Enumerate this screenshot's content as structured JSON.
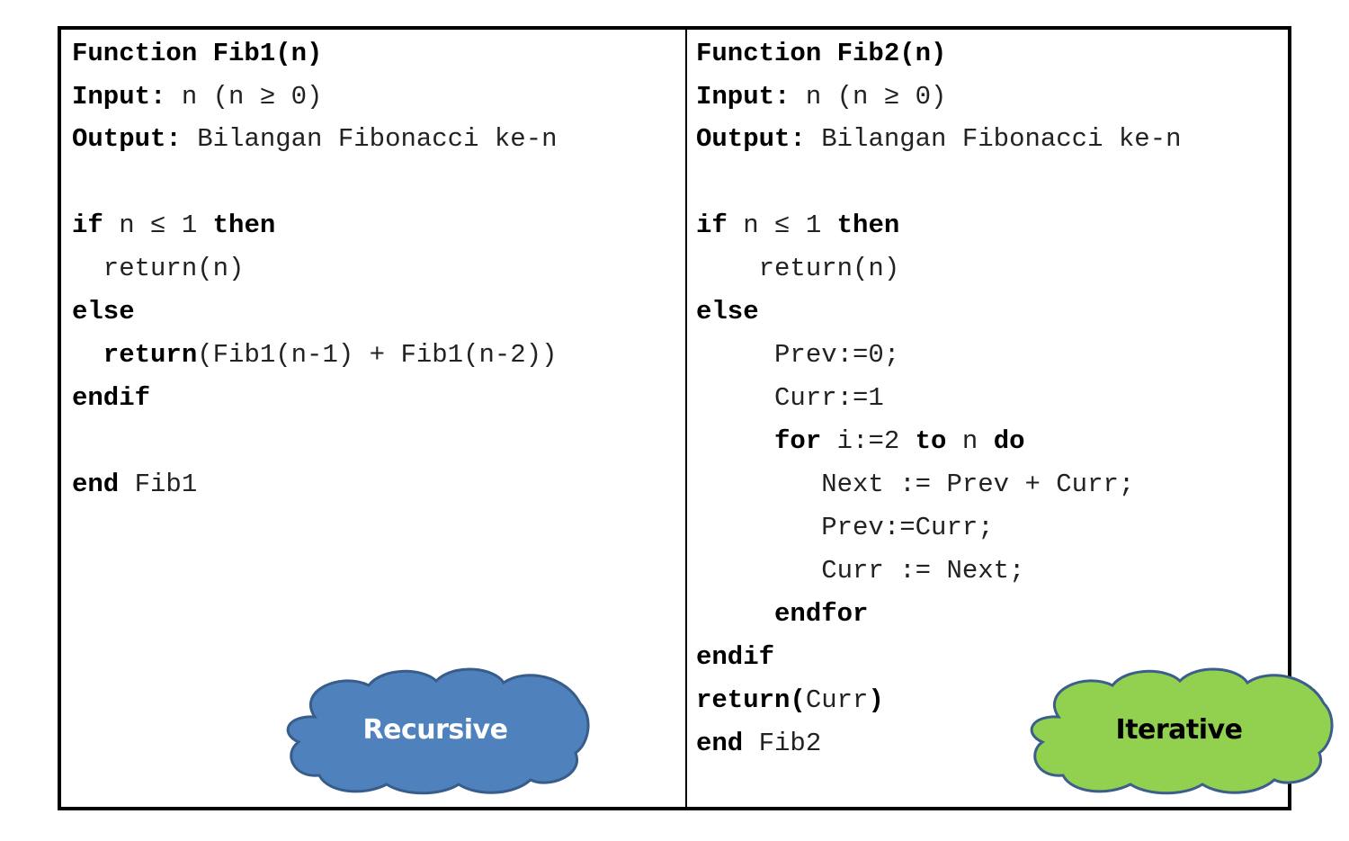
{
  "left": {
    "lines": [
      {
        "k1": "Function Fib1(n)",
        "t1": "",
        "k2": "",
        "t2": ""
      },
      {
        "k1": "Input:",
        "t1": " n (n ≥ 0)",
        "k2": "",
        "t2": ""
      },
      {
        "k1": "Output:",
        "t1": " Bilangan Fibonacci ke-n",
        "k2": "",
        "t2": ""
      },
      {
        "k1": "",
        "t1": "",
        "k2": "",
        "t2": ""
      },
      {
        "k1": "if",
        "t1": " n ≤ 1 ",
        "k2": "then",
        "t2": ""
      },
      {
        "k1": "",
        "t1": "  return(n)",
        "k2": "",
        "t2": ""
      },
      {
        "k1": "else",
        "t1": "",
        "k2": "",
        "t2": ""
      },
      {
        "k1": "  return",
        "t1": "(Fib1(n-1) + Fib1(n-2))",
        "k2": "",
        "t2": ""
      },
      {
        "k1": "endif",
        "t1": "",
        "k2": "",
        "t2": ""
      },
      {
        "k1": "",
        "t1": "",
        "k2": "",
        "t2": ""
      },
      {
        "k1": "end",
        "t1": " Fib1",
        "k2": "",
        "t2": ""
      }
    ],
    "cloud": {
      "label": "Recursive",
      "fill": "#4f81bd",
      "stroke": "#385d8a",
      "text_color": "#ffffff"
    }
  },
  "right": {
    "lines": [
      {
        "k1": "Function Fib2(n)",
        "t1": "",
        "k2": "",
        "t2": ""
      },
      {
        "k1": "Input:",
        "t1": " n (n ≥ 0)",
        "k2": "",
        "t2": ""
      },
      {
        "k1": "Output:",
        "t1": " Bilangan Fibonacci ke-n",
        "k2": "",
        "t2": ""
      },
      {
        "k1": "",
        "t1": "",
        "k2": "",
        "t2": ""
      },
      {
        "k1": "if",
        "t1": " n ≤ 1 ",
        "k2": "then",
        "t2": ""
      },
      {
        "k1": "",
        "t1": "    return(n)",
        "k2": "",
        "t2": ""
      },
      {
        "k1": "else",
        "t1": "",
        "k2": "",
        "t2": ""
      },
      {
        "k1": "",
        "t1": "     Prev:=0;",
        "k2": "",
        "t2": ""
      },
      {
        "k1": "",
        "t1": "     Curr:=1",
        "k2": "",
        "t2": ""
      },
      {
        "k1": "     for",
        "t1": " i:=2 ",
        "k2": "to",
        "t2": " n "
      },
      {
        "k1": "",
        "t1": "        Next := Prev + Curr;",
        "k2": "",
        "t2": ""
      },
      {
        "k1": "",
        "t1": "        Prev:=Curr;",
        "k2": "",
        "t2": ""
      },
      {
        "k1": "",
        "t1": "        Curr := Next;",
        "k2": "",
        "t2": ""
      },
      {
        "k1": "     endfor",
        "t1": "",
        "k2": "",
        "t2": ""
      },
      {
        "k1": "endif",
        "t1": "",
        "k2": "",
        "t2": ""
      },
      {
        "k1": "return(",
        "t1": "Curr",
        "k2": ")",
        "t2": ""
      },
      {
        "k1": "end",
        "t1": " Fib2",
        "k2": "",
        "t2": ""
      }
    ],
    "do_keyword": "do",
    "cloud": {
      "label": "Iterative",
      "fill": "#92d050",
      "stroke": "#3b5e8a",
      "text_color": "#000000"
    }
  }
}
